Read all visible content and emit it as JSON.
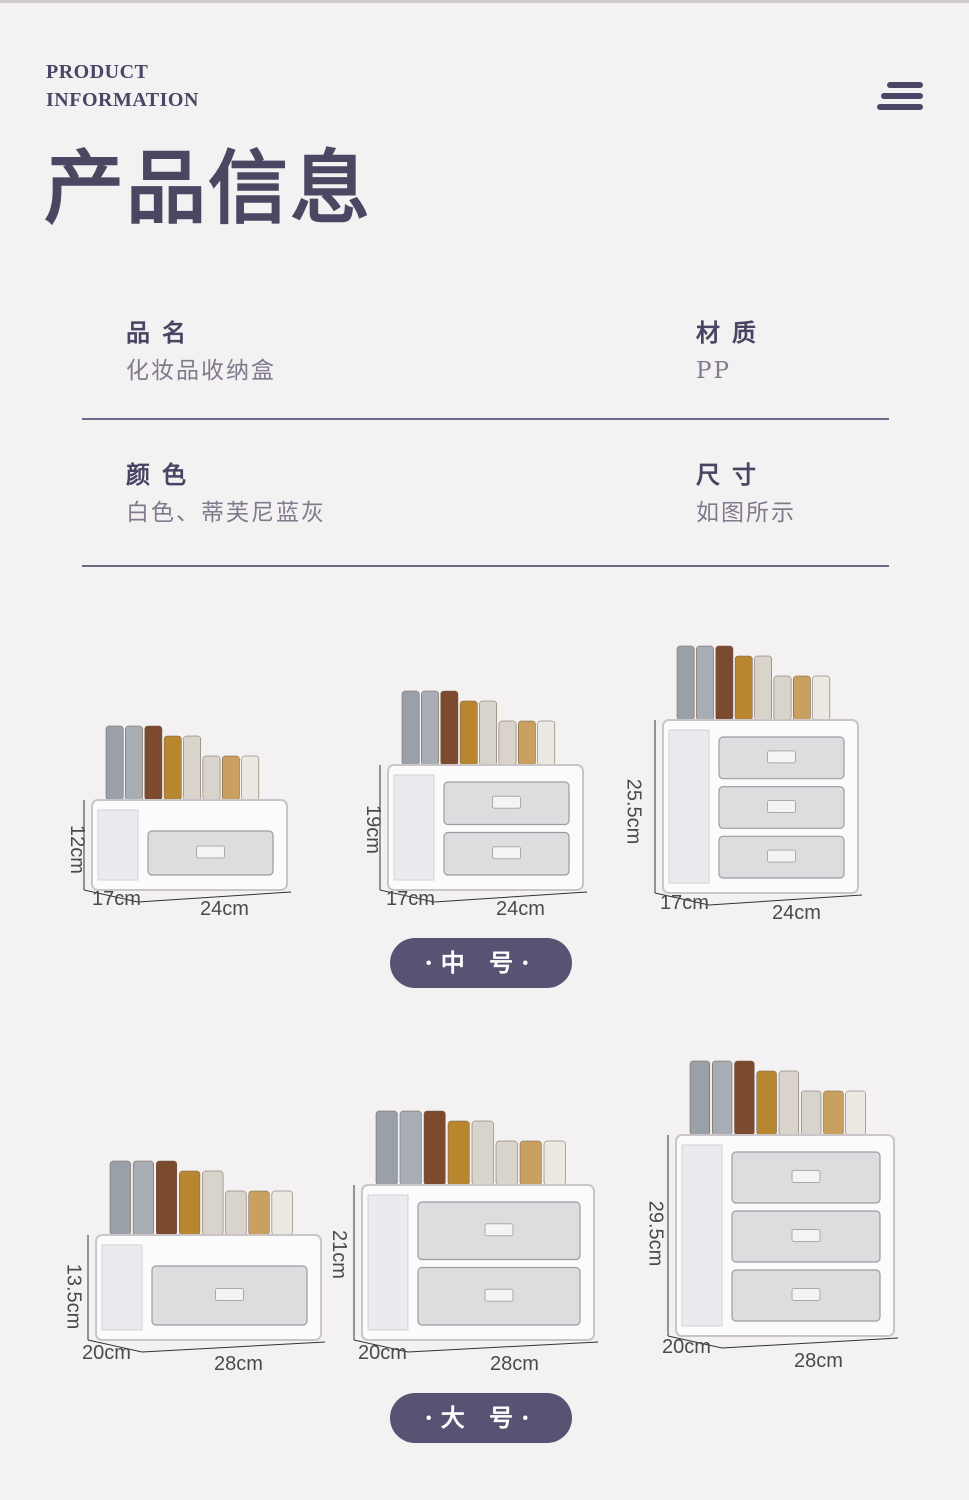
{
  "header": {
    "en_line1": "PRODUCT",
    "en_line2": "INFORMATION",
    "cn_title": "产品信息",
    "menu_icon": "menu-lines-icon"
  },
  "info": {
    "name_label": "品名",
    "name_value": "化妆品收纳盒",
    "material_label": "材质",
    "material_value": "PP",
    "color_label": "颜色",
    "color_value": "白色、蒂芙尼蓝灰",
    "size_label": "尺寸",
    "size_value": "如图所示"
  },
  "medium": {
    "label": "·中 号·",
    "products": [
      {
        "height": "12cm",
        "depth": "17cm",
        "width": "24cm",
        "drawers": 1
      },
      {
        "height": "19cm",
        "depth": "17cm",
        "width": "24cm",
        "drawers": 2
      },
      {
        "height": "25.5cm",
        "depth": "17cm",
        "width": "24cm",
        "drawers": 3
      }
    ]
  },
  "large": {
    "label": "·大 号·",
    "products": [
      {
        "height": "13.5cm",
        "depth": "20cm",
        "width": "28cm",
        "drawers": 1
      },
      {
        "height": "21cm",
        "depth": "20cm",
        "width": "28cm",
        "drawers": 2
      },
      {
        "height": "29.5cm",
        "depth": "20cm",
        "width": "28cm",
        "drawers": 3
      }
    ]
  },
  "colors": {
    "accent": "#5a5273",
    "background": "#f4f1f3",
    "title": "#4d4663"
  }
}
